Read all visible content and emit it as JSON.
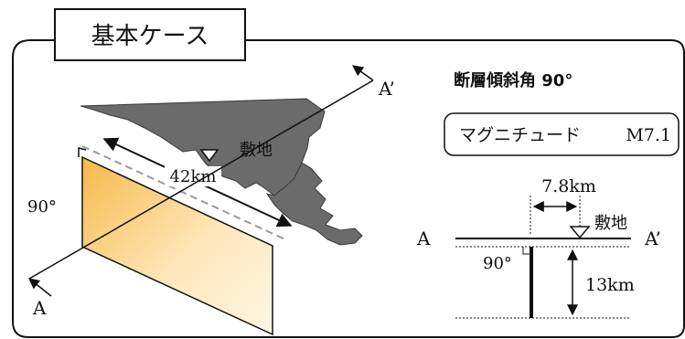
{
  "tab_label": "基本ケース",
  "dip_heading": "断層傾斜角 90°",
  "magnitude": {
    "label": "マグニチュード",
    "value": "M7.1"
  },
  "plan_view": {
    "site_label": "敷地",
    "length_label": "42km",
    "angle_label": "90°",
    "section_start": "A",
    "section_end": "A’"
  },
  "section_view": {
    "offset_label": "7.8km",
    "site_label": "敷地",
    "start_label": "A",
    "end_label": "A’",
    "angle_label": "90°",
    "depth_label": "13km"
  },
  "colors": {
    "land": "#6b6b6b",
    "fault_light": "#fff2d6",
    "fault_dark": "#f6b94a",
    "line": "#111111"
  }
}
